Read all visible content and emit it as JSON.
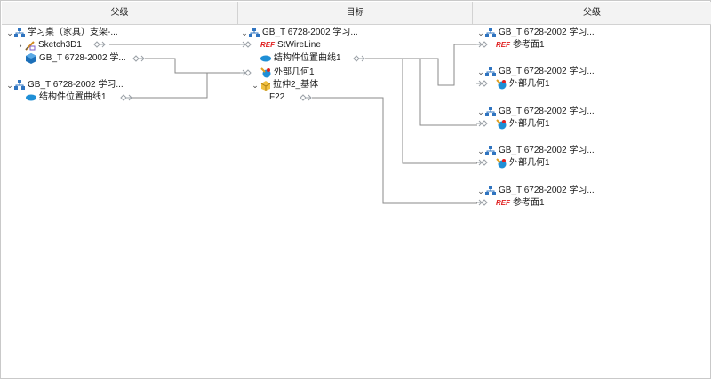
{
  "headers": {
    "left": "父级",
    "center": "目标",
    "right": "父级"
  },
  "left": {
    "group1": {
      "label": "学习桌（家具）支架-..."
    },
    "sketch": {
      "label": "Sketch3D1"
    },
    "part": {
      "label": "GB_T 6728-2002 学..."
    },
    "group2": {
      "label": "GB_T 6728-2002 学习..."
    },
    "curve": {
      "label": "结构件位置曲线1"
    }
  },
  "center": {
    "group": {
      "label": "GB_T 6728-2002 学习..."
    },
    "ref": {
      "badge": "REF",
      "label": "StWireLine"
    },
    "curve": {
      "label": "结构件位置曲线1"
    },
    "geom": {
      "label": "外部几何1"
    },
    "extrude": {
      "label": "拉伸2_基体"
    },
    "feature": {
      "label": "F22"
    }
  },
  "right": {
    "groups": [
      {
        "label": "GB_T 6728-2002 学习...",
        "child": "参考面1",
        "child_type": "ref"
      },
      {
        "label": "GB_T 6728-2002 学习...",
        "child": "外部几何1",
        "child_type": "geom"
      },
      {
        "label": "GB_T 6728-2002 学习...",
        "child": "外部几何1",
        "child_type": "geom"
      },
      {
        "label": "GB_T 6728-2002 学习...",
        "child": "外部几何1",
        "child_type": "geom"
      },
      {
        "label": "GB_T 6728-2002 学习...",
        "child": "参考面1",
        "child_type": "ref"
      }
    ]
  },
  "icons": {
    "assembly": "assembly-icon",
    "sketch": "sketch-icon",
    "part": "part-icon",
    "curve": "curve-icon",
    "geometry": "external-geometry-icon",
    "extrude": "extrude-icon",
    "ref": "ref-icon",
    "port": "link-port-icon"
  },
  "colors": {
    "assembly": "#2f74c0",
    "curve": "#1f8fd6",
    "ref": "#e02020",
    "wire": "#8a8a8a",
    "port": "#9aa0a6"
  }
}
